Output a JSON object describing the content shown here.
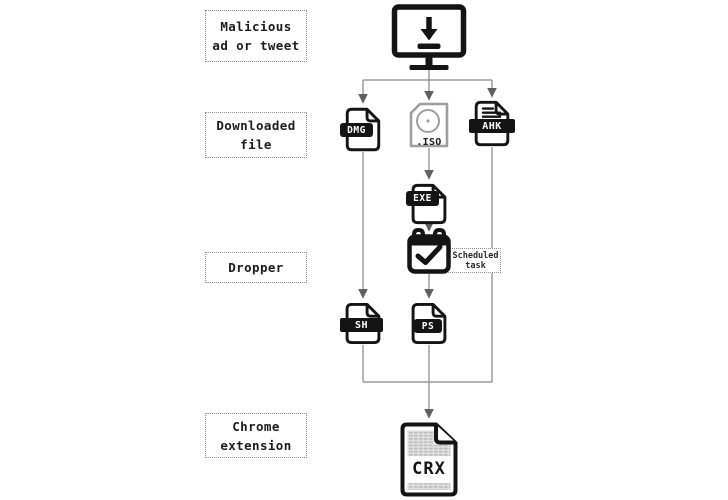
{
  "colors": {
    "icon_black": "#141414",
    "connector": "#868686",
    "arrowhead": "#606060",
    "iso_gray": "#9e9e9e",
    "label_border": "#8f8f8f",
    "hatch_gray": "#c6c6c6",
    "background": "#ffffff"
  },
  "stages": [
    {
      "id": "source",
      "label": "Malicious\nad or tweet"
    },
    {
      "id": "downloaded-file",
      "label": "Downloaded\nfile"
    },
    {
      "id": "dropper",
      "label": "Dropper"
    },
    {
      "id": "chrome-extension",
      "label": "Chrome\nextension"
    }
  ],
  "nodes": {
    "computer": {
      "icon": "computer-download-icon"
    },
    "dmg": {
      "label": "DMG"
    },
    "iso": {
      "label": ".ISO"
    },
    "ahk": {
      "label": "AHK"
    },
    "exe": {
      "label": "EXE"
    },
    "scheduled_task": {
      "label": "Scheduled\ntask"
    },
    "sh": {
      "label": "SH"
    },
    "ps": {
      "label": "PS"
    },
    "crx": {
      "label": "CRX"
    }
  },
  "edges": [
    "computer->dmg",
    "computer->iso",
    "computer->ahk",
    "iso->exe",
    "exe->scheduled_task",
    "dmg->sh",
    "scheduled_task->ps",
    "sh->crx_junction",
    "ps->crx",
    "ahk->crx_junction"
  ]
}
